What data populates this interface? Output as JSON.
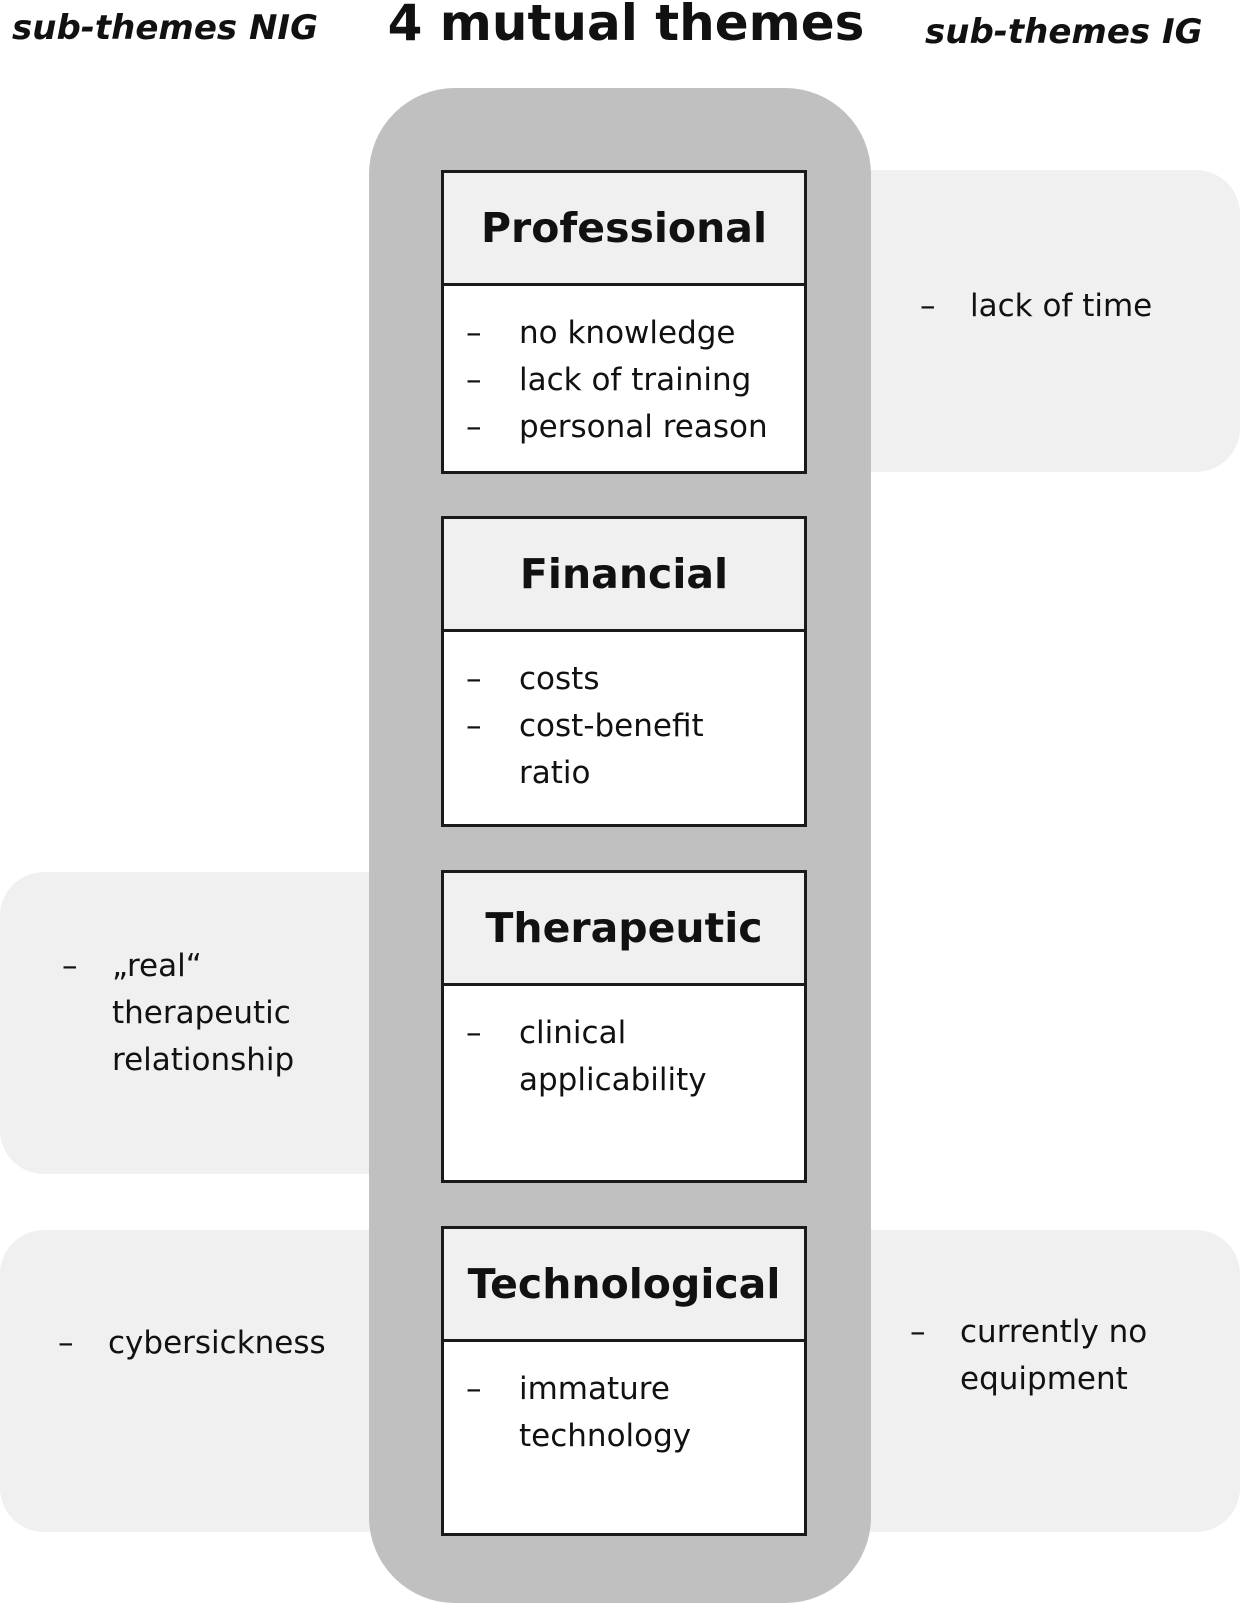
{
  "headers": {
    "left": "sub-themes NIG",
    "center": "4 mutual themes",
    "right": "sub-themes IG"
  },
  "dash": "–",
  "themes": [
    {
      "title": "Professional",
      "items": [
        "no knowledge",
        "lack of training",
        "personal reason"
      ]
    },
    {
      "title": "Financial",
      "items": [
        "costs",
        "cost-benefit ratio"
      ]
    },
    {
      "title": "Therapeutic",
      "items": [
        "clinical applicability"
      ]
    },
    {
      "title": "Technological",
      "items": [
        "immature technology"
      ]
    }
  ],
  "sub_themes_nig": {
    "therapeutic": [
      "„real“ therapeutic relationship"
    ],
    "technological": [
      "cybersickness"
    ]
  },
  "sub_themes_ig": {
    "professional": [
      "lack of time"
    ],
    "technological": [
      "currently no equipment"
    ]
  }
}
